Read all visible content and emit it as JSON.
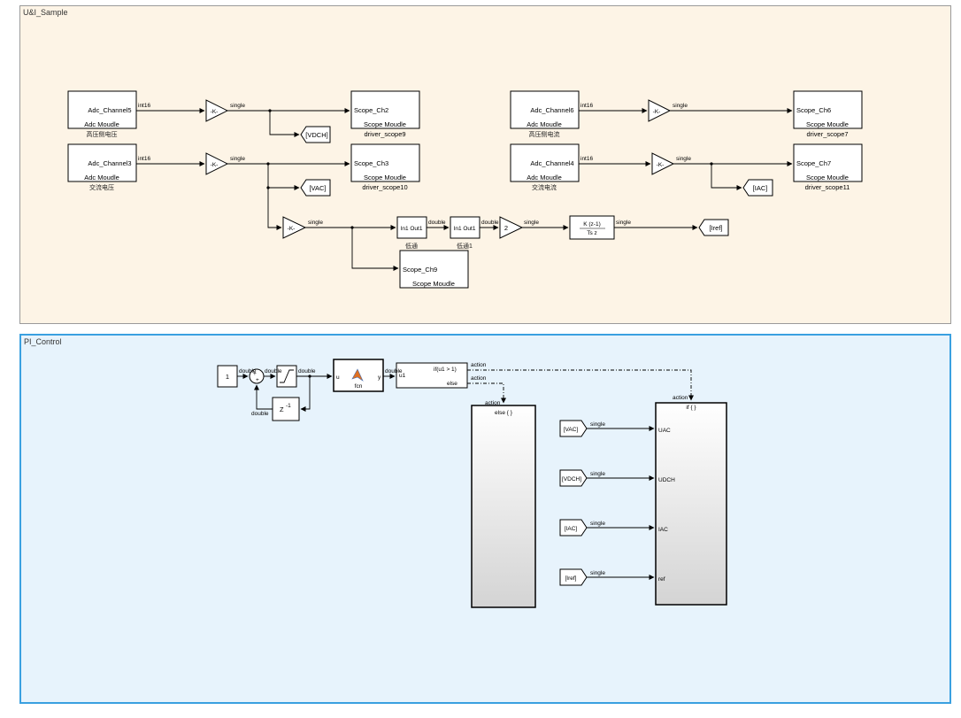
{
  "areas": {
    "sample_title": "U&I_Sample",
    "control_title": "PI_Control"
  },
  "adc": {
    "ch5": {
      "name": "Adc_Channel5",
      "sub": "Adc Moudle",
      "cn": "高压侧电压"
    },
    "ch3": {
      "name": "Adc_Channel3",
      "sub": "Adc Moudle",
      "cn": "交流电压"
    },
    "ch6": {
      "name": "Adc_Channel6",
      "sub": "Adc Moudle",
      "cn": "高压侧电流"
    },
    "ch4": {
      "name": "Adc_Channel4",
      "sub": "Adc Moudle",
      "cn": "交流电流"
    }
  },
  "scopes": {
    "ch2": {
      "name": "Scope_Ch2",
      "sub": "Scope Moudle",
      "label": "driver_scope9"
    },
    "ch3": {
      "name": "Scope_Ch3",
      "sub": "Scope Moudle",
      "label": "driver_scope10"
    },
    "ch6": {
      "name": "Scope_Ch6",
      "sub": "Scope Moudle",
      "label": "driver_scope7"
    },
    "ch7": {
      "name": "Scope_Ch7",
      "sub": "Scope Moudle",
      "label": "driver_scope11"
    },
    "ch9": {
      "name": "Scope_Ch9",
      "sub": "Scope Moudle"
    }
  },
  "gain_k": "-K-",
  "gain_2": "2",
  "goto": {
    "vdch": "[VDCH]",
    "vac": "[VAC]",
    "iac": "[IAC]",
    "iref": "[Iref]"
  },
  "from": {
    "vac": "[VAC]",
    "vdch": "[VDCH]",
    "iac": "[IAC]",
    "iref": "[Iref]"
  },
  "filters": {
    "in_out": "In1 Out1",
    "lp1": "低通",
    "lp2": "低通1"
  },
  "discrete": {
    "num": "K (z-1)",
    "den": "Ts z"
  },
  "types": {
    "int16": "int16",
    "single": "single",
    "double": "double",
    "action": "action"
  },
  "pi": {
    "const": "1",
    "delay": "Z",
    "delay_exp": "-1",
    "fcn": "fcn",
    "fcn_in": "u",
    "fcn_out": "y",
    "if_in": "u1",
    "if_cond": "if(u1 > 1)",
    "if_else": "else",
    "else_action": "else { }",
    "if_action": "if { }",
    "ports": [
      "UAC",
      "UDCH",
      "IAC",
      "ref"
    ]
  }
}
